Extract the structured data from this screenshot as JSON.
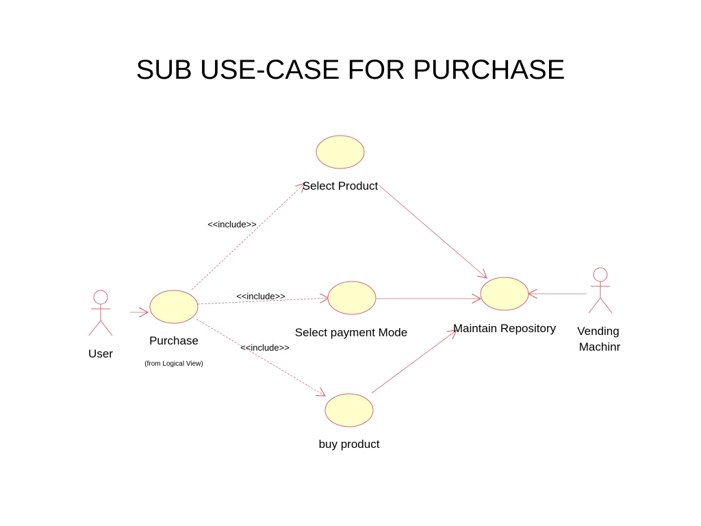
{
  "title": "SUB USE-CASE FOR PURCHASE",
  "colors": {
    "usecase_fill": "#ffffcc",
    "line": "#cc6677",
    "actor_line": "#cc6677",
    "text": "#000000"
  },
  "actors": {
    "user": {
      "name": "User"
    },
    "vending": {
      "name_line1": "Vending",
      "name_line2": "Machinr"
    }
  },
  "use_cases": {
    "purchase": {
      "name": "Purchase",
      "note": "(from Logical View)"
    },
    "select_product": {
      "name": "Select Product"
    },
    "select_payment": {
      "name": "Select payment Mode"
    },
    "buy_product": {
      "name": "buy product"
    },
    "maintain_repository": {
      "name": "Maintain Repository"
    }
  },
  "relations": {
    "include_select_product": "<<include>>",
    "include_select_payment": "<<include>>",
    "include_buy_product": "<<include>>"
  }
}
